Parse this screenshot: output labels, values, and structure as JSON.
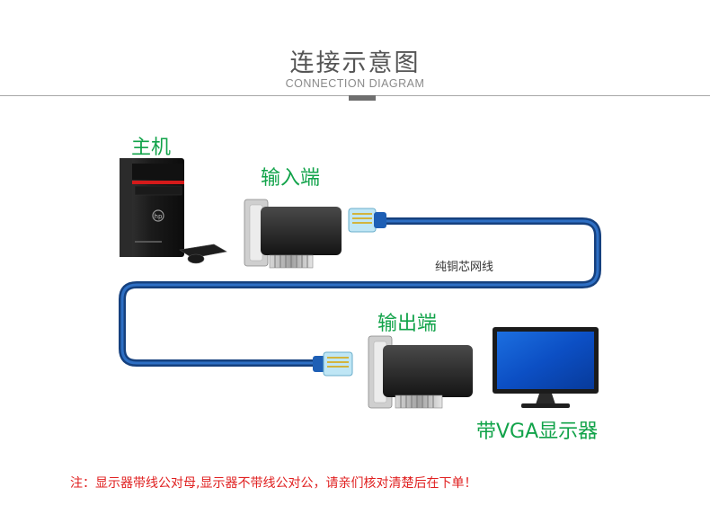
{
  "header": {
    "title": "连接示意图",
    "subtitle": "CONNECTION DIAGRAM"
  },
  "labels": {
    "host": "主机",
    "input_end": "输入端",
    "cable": "纯铜芯网线",
    "output_end": "输出端",
    "monitor": "带VGA显示器"
  },
  "footer": {
    "note": "注：显示器带线公对母,显示器不带线公对公，请亲们核对清楚后在下单！"
  },
  "colors": {
    "label_green": "#12a34a",
    "cable_blue": "#1a4f9c",
    "note_red": "#e02020"
  }
}
